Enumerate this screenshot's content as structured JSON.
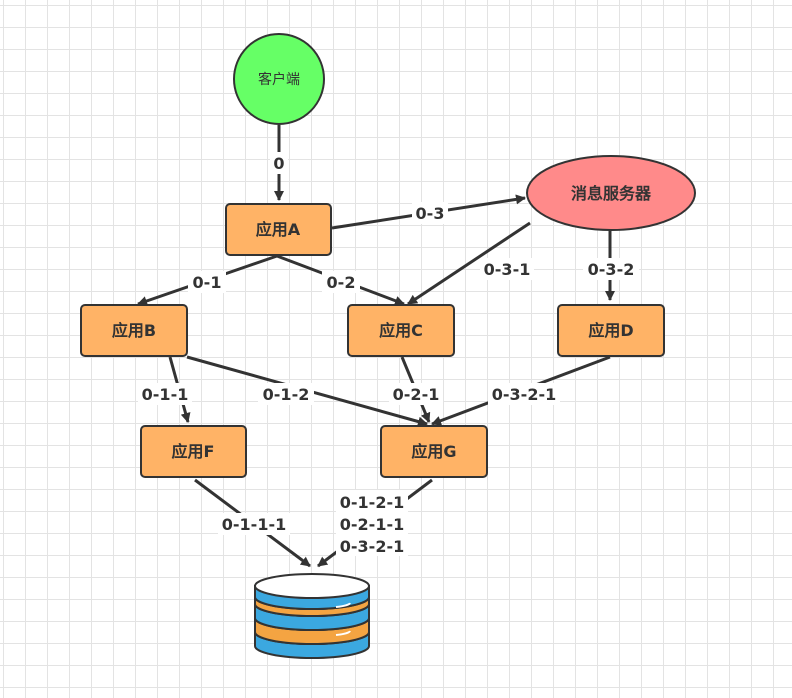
{
  "nodes": {
    "client": "客户端",
    "app_a": "应用A",
    "msg_server": "消息服务器",
    "app_b": "应用B",
    "app_c": "应用C",
    "app_d": "应用D",
    "app_f": "应用F",
    "app_g": "应用G"
  },
  "edges": {
    "client_a": "0",
    "a_msg": "0-3",
    "a_b": "0-1",
    "a_c": "0-2",
    "msg_c": "0-3-1",
    "msg_d": "0-3-2",
    "b_f": "0-1-1",
    "b_g": "0-1-2",
    "c_g": "0-2-1",
    "d_g": "0-3-2-1",
    "f_db": "0-1-1-1",
    "g_db": [
      "0-1-2-1",
      "0-2-1-1",
      "0-3-2-1"
    ]
  },
  "colors": {
    "client_fill": "#66ff66",
    "app_fill": "#ffb366",
    "msg_fill": "#ff8a8a",
    "db_blue": "#3ba8e0",
    "db_orange": "#f4a442",
    "edge": "#333333"
  },
  "icons": {
    "database": "database-icon"
  }
}
